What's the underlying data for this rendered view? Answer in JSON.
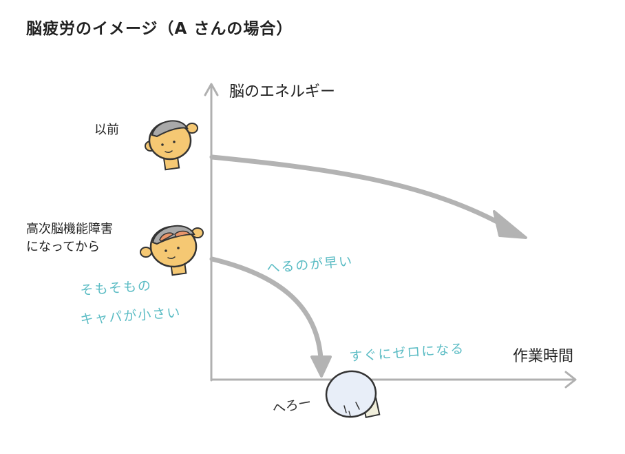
{
  "title": "脳疲労のイメージ（A さんの場合）",
  "axes": {
    "y_label": "脳のエネルギー",
    "x_label": "作業時間"
  },
  "states": {
    "before": {
      "label": "以前"
    },
    "after": {
      "label_line1": "高次脳機能障害",
      "label_line2": "になってから"
    }
  },
  "notes": {
    "small_capacity_line1": "そもそもの",
    "small_capacity_line2": "キャパが小さい",
    "decreases_fast": "へるのが早い",
    "reaches_zero": "すぐにゼロになる",
    "exhausted_voice": "へろー"
  },
  "colors": {
    "axis": "#b0b0b0",
    "curve": "#b3b3b3",
    "note": "#5bbcc4",
    "face": "#f5c873",
    "hair": "#a9a9a9",
    "damaged_brain": "#e8956a",
    "tired_face": "#e8eef8"
  },
  "icons": {
    "before_person": "happy-person-face-icon",
    "after_person": "person-with-damaged-brain-icon",
    "exhausted_person": "exhausted-pale-face-icon"
  }
}
